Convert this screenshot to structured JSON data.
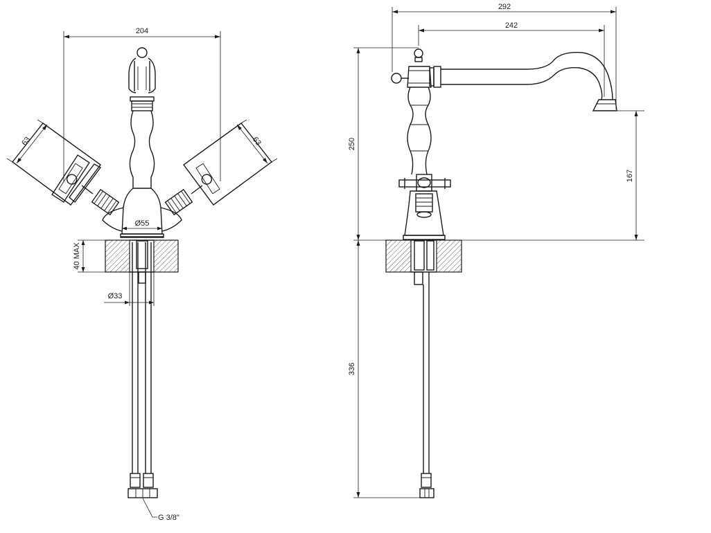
{
  "front_view": {
    "dim_width": "204",
    "dim_handle_left": "63",
    "dim_handle_right": "63",
    "dim_base_diameter": "Ø55",
    "dim_deck_thickness": "40 MAX",
    "dim_hole_diameter": "Ø33",
    "connection_label": "G 3/8\""
  },
  "side_view": {
    "dim_total_reach": "292",
    "dim_spout_reach": "242",
    "dim_total_height": "250",
    "dim_spout_height": "167",
    "dim_hose_length": "336"
  }
}
